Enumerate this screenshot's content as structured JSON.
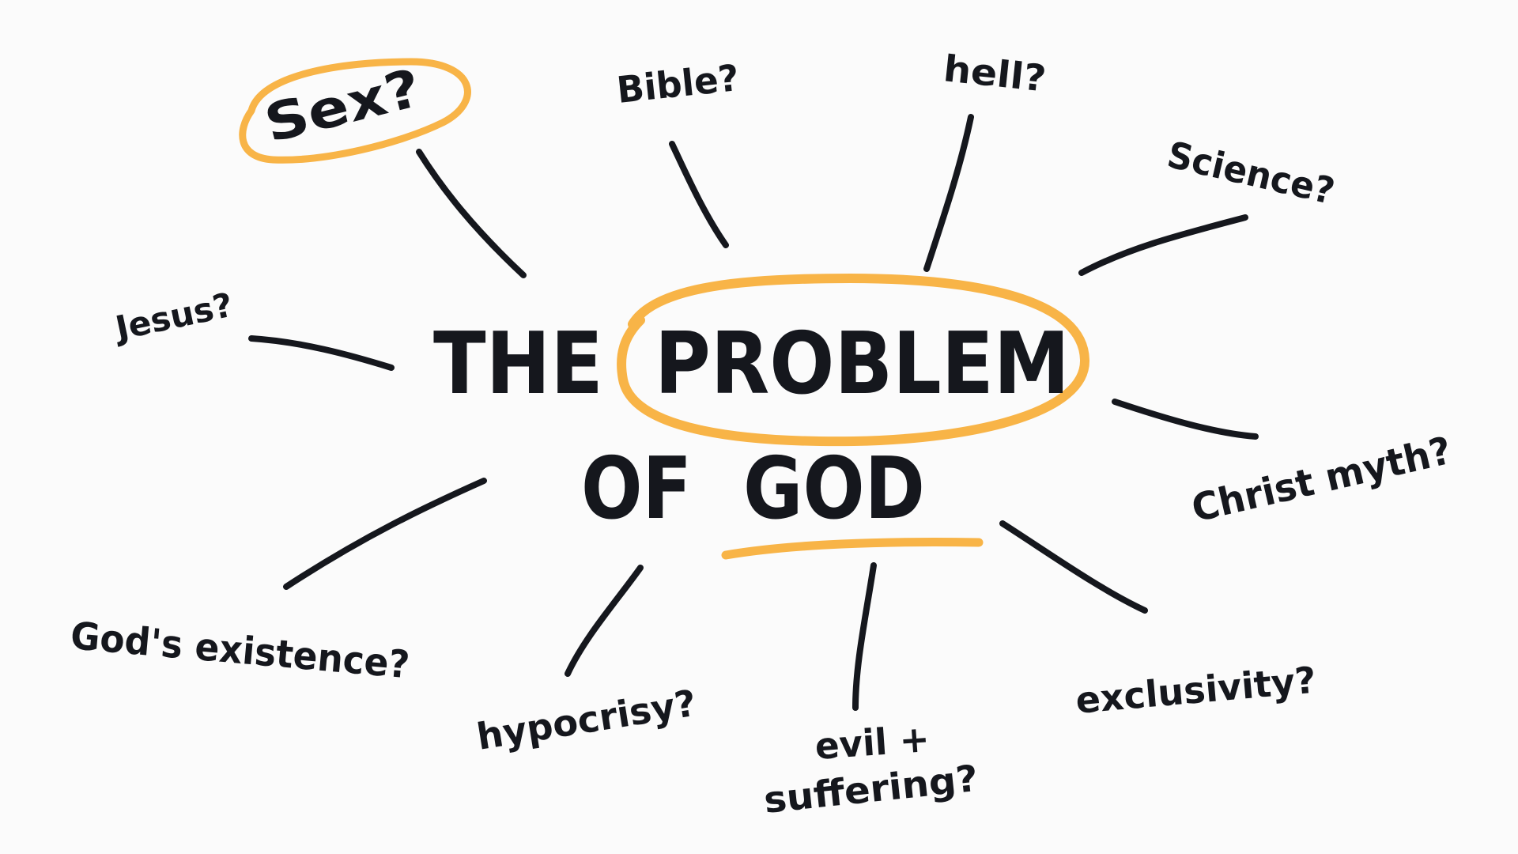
{
  "title": {
    "line1_word1": "THE",
    "line1_word2": "PROBLEM",
    "line2_word1": "OF",
    "line2_word2": "GOD"
  },
  "topics": {
    "sex": "Sex?",
    "bible": "Bible?",
    "hell": "hell?",
    "science": "Science?",
    "jesus": "Jesus?",
    "christ_myth": "Christ myth?",
    "gods_existence": "God's existence?",
    "hypocrisy": "hypocrisy?",
    "evil_line1": "evil +",
    "evil_line2": "suffering?",
    "exclusivity": "exclusivity?"
  },
  "colors": {
    "ink": "#15171d",
    "highlight": "#f8b447",
    "background": "#fbfbfb"
  }
}
